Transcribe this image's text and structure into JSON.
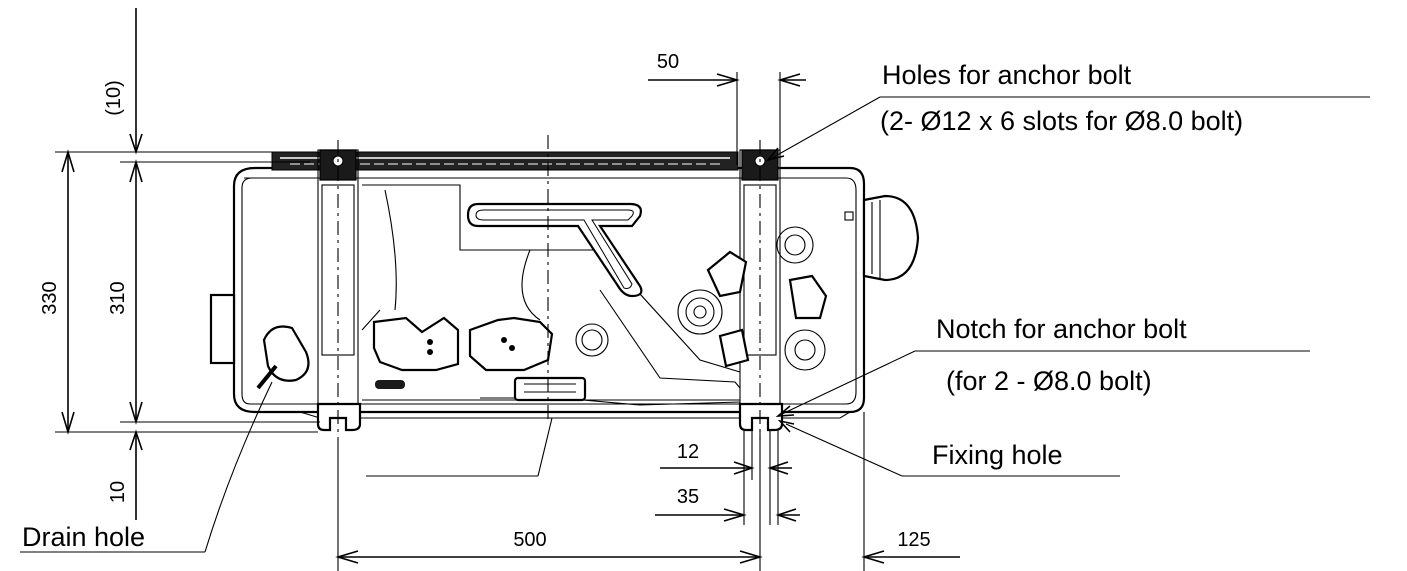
{
  "labels": {
    "holes_title": "Holes for anchor bolt",
    "holes_spec": "(2- Ø12 x 6 slots for Ø8.0 bolt)",
    "notch_title": "Notch for anchor bolt",
    "notch_spec": "(for 2 - Ø8.0 bolt)",
    "fixing_hole": "Fixing hole",
    "drain_hole": "Drain hole"
  },
  "dimensions": {
    "top_gap": "(10)",
    "bolt_offset": "50",
    "overall_depth": "330",
    "bolt_depth": "310",
    "bottom_gap": "10",
    "notch_width": "12",
    "notch_offset": "35",
    "bolt_pitch": "500",
    "right_overhang": "125"
  }
}
